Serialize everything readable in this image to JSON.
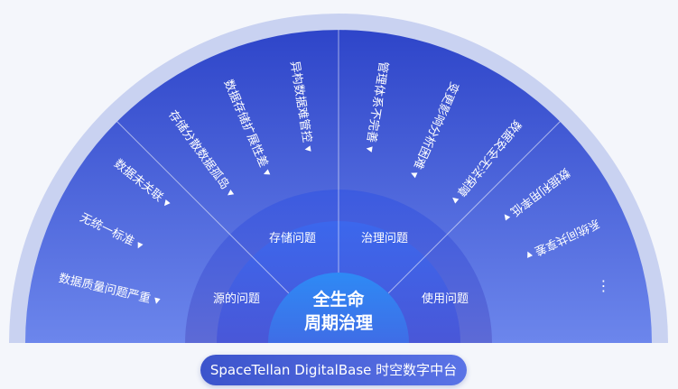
{
  "center": {
    "line1": "全生命",
    "line2": "周期治理"
  },
  "categories": [
    {
      "label": "源的问题"
    },
    {
      "label": "存储问题"
    },
    {
      "label": "治理问题"
    },
    {
      "label": "使用问题"
    }
  ],
  "problems": [
    {
      "label": "数据质量问题严重"
    },
    {
      "label": "无统一标准"
    },
    {
      "label": "数据未关联"
    },
    {
      "label": "存储分散数据孤岛"
    },
    {
      "label": "数据存储扩展性差"
    },
    {
      "label": "异构数据难管控"
    },
    {
      "label": "管理体系不完善"
    },
    {
      "label": "变更影响分析困难"
    },
    {
      "label": "数据安全无法保障"
    },
    {
      "label": "数据利用率低"
    },
    {
      "label": "系统间共享差"
    },
    {
      "label": "..."
    }
  ],
  "footer": {
    "label": "SpaceTellan DigitalBase 时空数字中台"
  },
  "colors": {
    "outer_ring": "#c8d1f0",
    "fan_dark": "#2f45c8",
    "fan_light": "#5d79e6",
    "middle_ring": "#4f63db",
    "inner_ring": "#3a5ae8",
    "center": "#2f82f2",
    "pill": "#3c54cc"
  }
}
